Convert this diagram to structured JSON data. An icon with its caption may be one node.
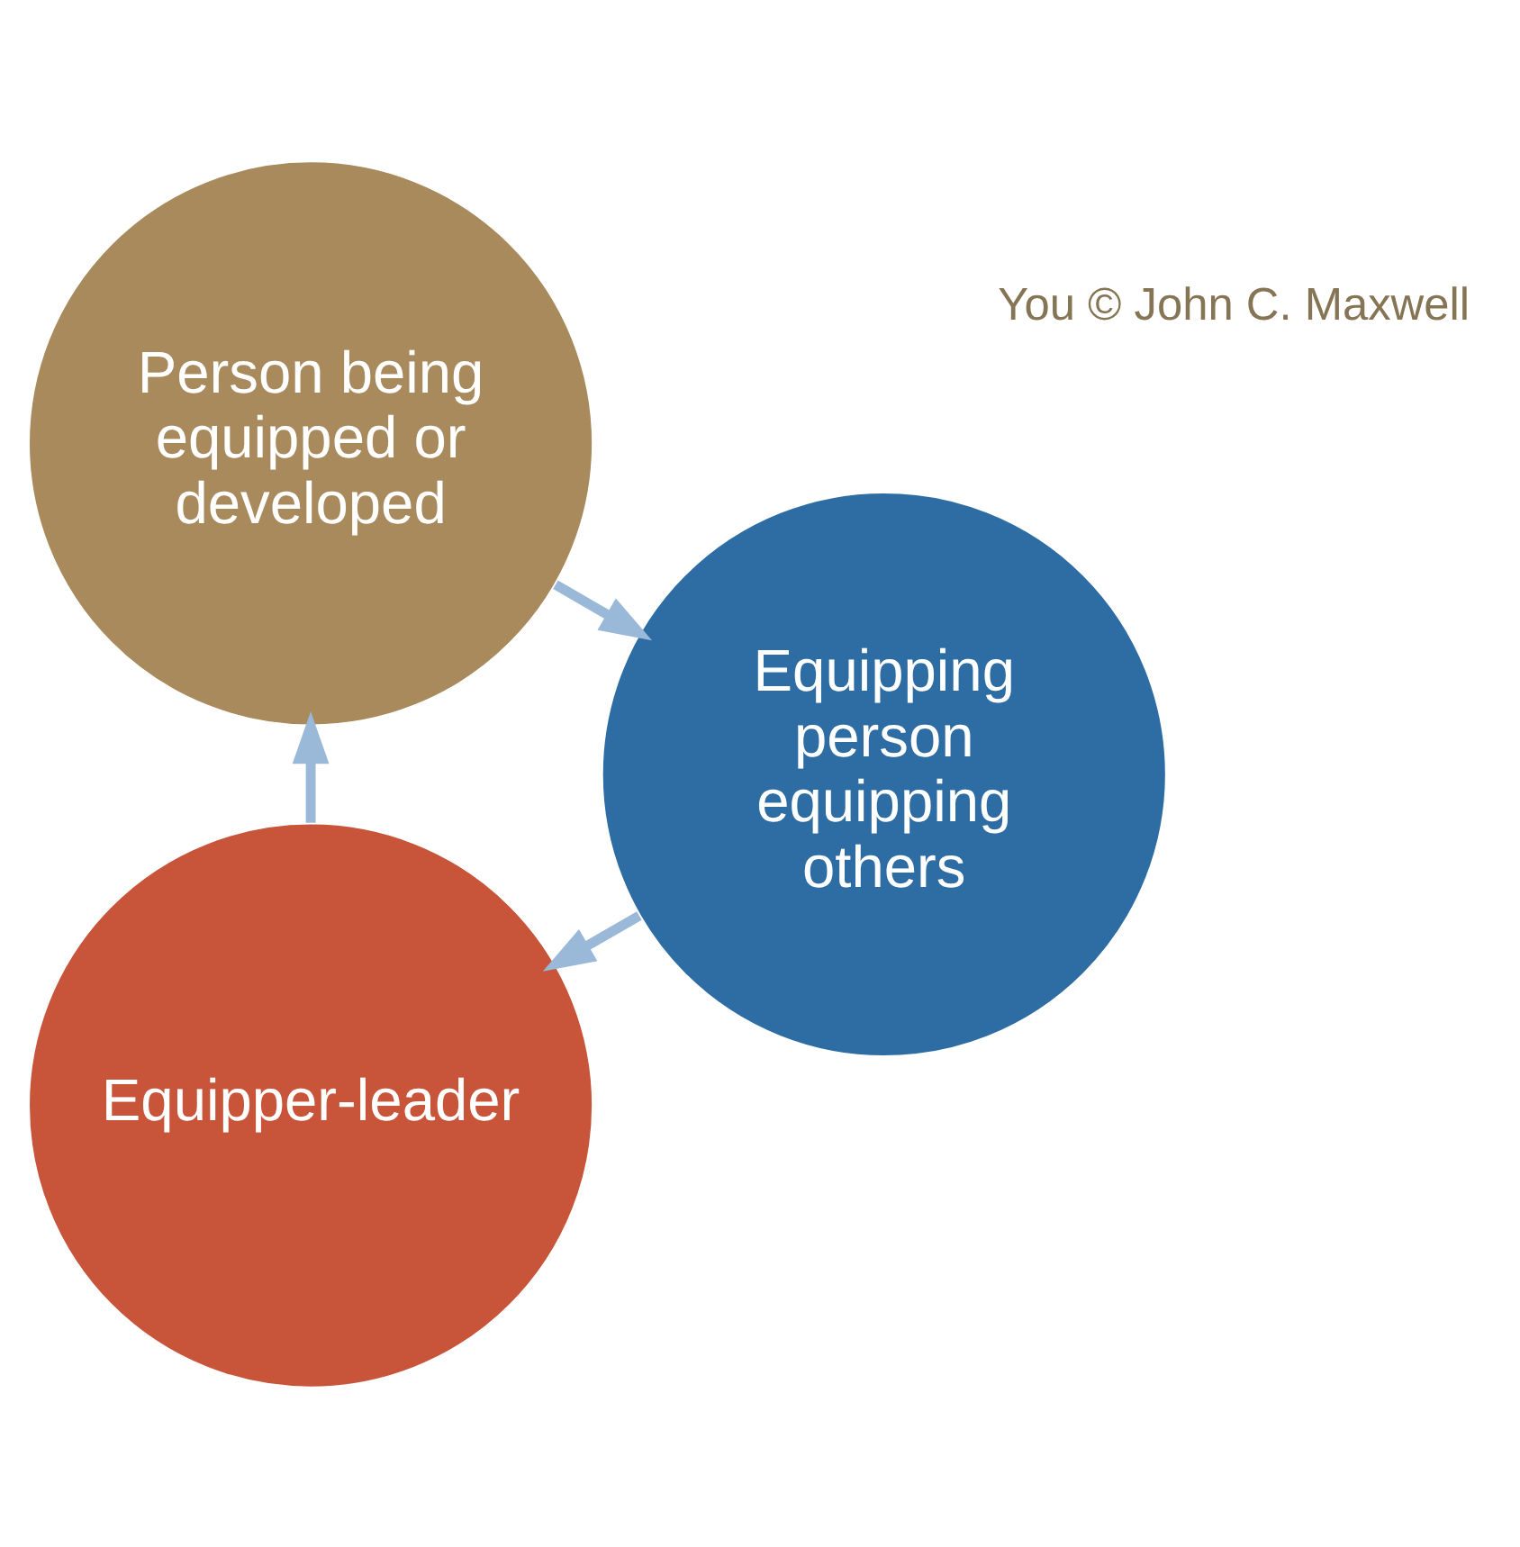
{
  "diagram": {
    "nodes": [
      {
        "text": [
          "Equipper-leader"
        ]
      },
      {
        "text": [
          "Person being equipped or developed"
        ]
      },
      {
        "text": [
          "Equipping person equipping others"
        ]
      }
    ],
    "edges": [
      {
        "from": 0,
        "to": 1,
        "arrow": "to"
      },
      {
        "from": 1,
        "to": 2,
        "arrow": "to"
      },
      {
        "from": 2,
        "to": 0,
        "arrow": "to"
      }
    ],
    "labels": [
      "You © John C. Maxwell"
    ]
  }
}
